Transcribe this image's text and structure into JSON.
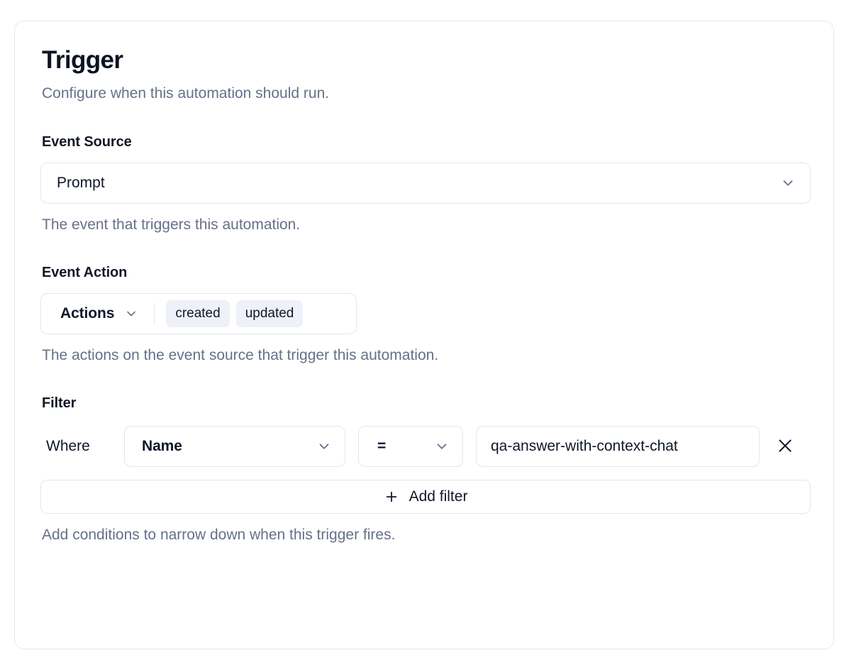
{
  "card": {
    "title": "Trigger",
    "subtitle": "Configure when this automation should run."
  },
  "event_source": {
    "label": "Event Source",
    "value": "Prompt",
    "chevron_icon": "chevron-down-icon",
    "help": "The event that triggers this automation."
  },
  "event_action": {
    "label": "Event Action",
    "selector_label": "Actions",
    "chevron_icon": "chevron-down-icon",
    "badges": [
      "created",
      "updated"
    ],
    "help": "The actions on the event source that trigger this automation."
  },
  "filter": {
    "label": "Filter",
    "where_label": "Where",
    "field": "Name",
    "operator": "=",
    "value": "qa-answer-with-context-chat",
    "remove_icon": "close-icon",
    "add_filter_label": "Add filter",
    "add_icon": "plus-icon",
    "help": "Add conditions to narrow down when this trigger fires."
  },
  "colors": {
    "border": "#e4e7ec",
    "text_primary": "#0f172a",
    "text_muted": "#66708a",
    "badge_bg": "#eef1f7",
    "icon_muted": "#67748c"
  }
}
